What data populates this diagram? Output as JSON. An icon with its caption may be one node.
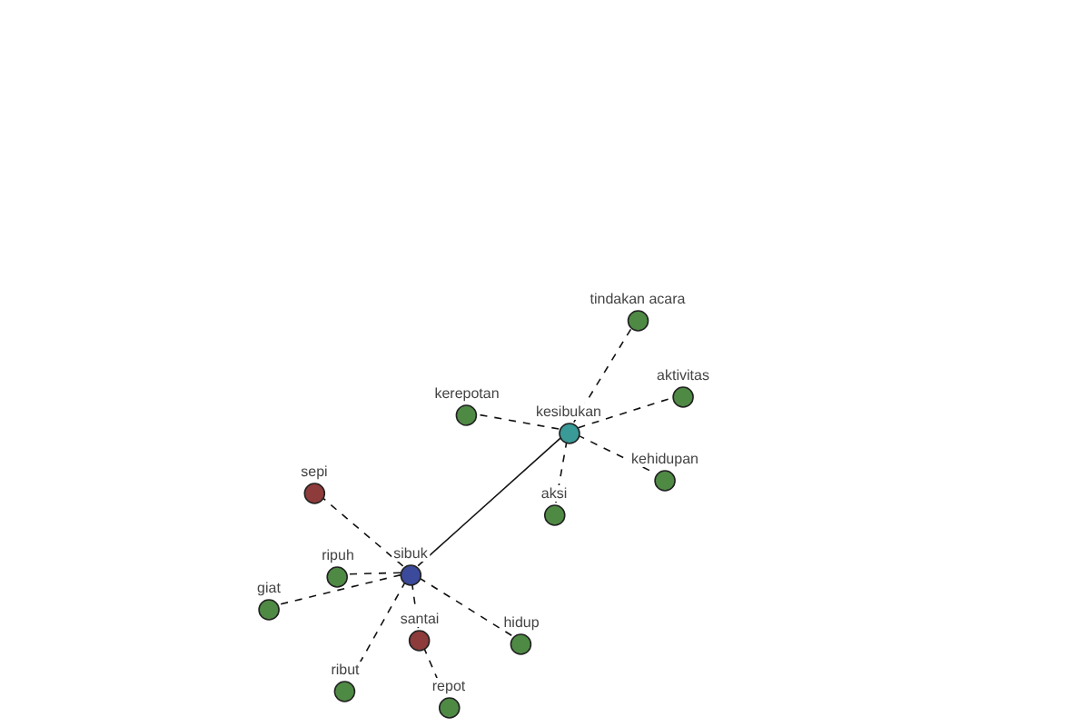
{
  "diagram": {
    "nodes": [
      {
        "text": [
          "tindakan acara"
        ]
      },
      {
        "text": [
          "kerepotan"
        ]
      },
      {
        "text": [
          "kesibukan"
        ]
      },
      {
        "text": [
          "aktivitas"
        ]
      },
      {
        "text": [
          "kehidupan"
        ]
      },
      {
        "text": [
          "sepi"
        ]
      },
      {
        "text": [
          "aksi"
        ]
      },
      {
        "text": [
          "ripuh"
        ]
      },
      {
        "text": [
          "sibuk"
        ]
      },
      {
        "text": [
          "giat"
        ]
      },
      {
        "text": [
          "santai"
        ]
      },
      {
        "text": [
          "hidup"
        ]
      },
      {
        "text": [
          "ribut"
        ]
      },
      {
        "text": [
          "repot"
        ]
      }
    ],
    "edges": [
      {
        "from": 8,
        "to": 2,
        "arrow": "none"
      },
      {
        "from": 2,
        "to": 0,
        "arrow": "none",
        "style": "dashed"
      },
      {
        "from": 2,
        "to": 1,
        "arrow": "none",
        "style": "dashed"
      },
      {
        "from": 2,
        "to": 3,
        "arrow": "none",
        "style": "dashed"
      },
      {
        "from": 2,
        "to": 4,
        "arrow": "none",
        "style": "dashed"
      },
      {
        "from": 2,
        "to": 6,
        "arrow": "none",
        "style": "dashed"
      },
      {
        "from": 8,
        "to": 5,
        "arrow": "none",
        "style": "dashed"
      },
      {
        "from": 8,
        "to": 7,
        "arrow": "none",
        "style": "dashed"
      },
      {
        "from": 8,
        "to": 9,
        "arrow": "none",
        "style": "dashed"
      },
      {
        "from": 8,
        "to": 10,
        "arrow": "none",
        "style": "dashed"
      },
      {
        "from": 8,
        "to": 11,
        "arrow": "none",
        "style": "dashed"
      },
      {
        "from": 8,
        "to": 12,
        "arrow": "none",
        "style": "dashed"
      },
      {
        "from": 10,
        "to": 13,
        "arrow": "none",
        "style": "dashed"
      }
    ]
  }
}
